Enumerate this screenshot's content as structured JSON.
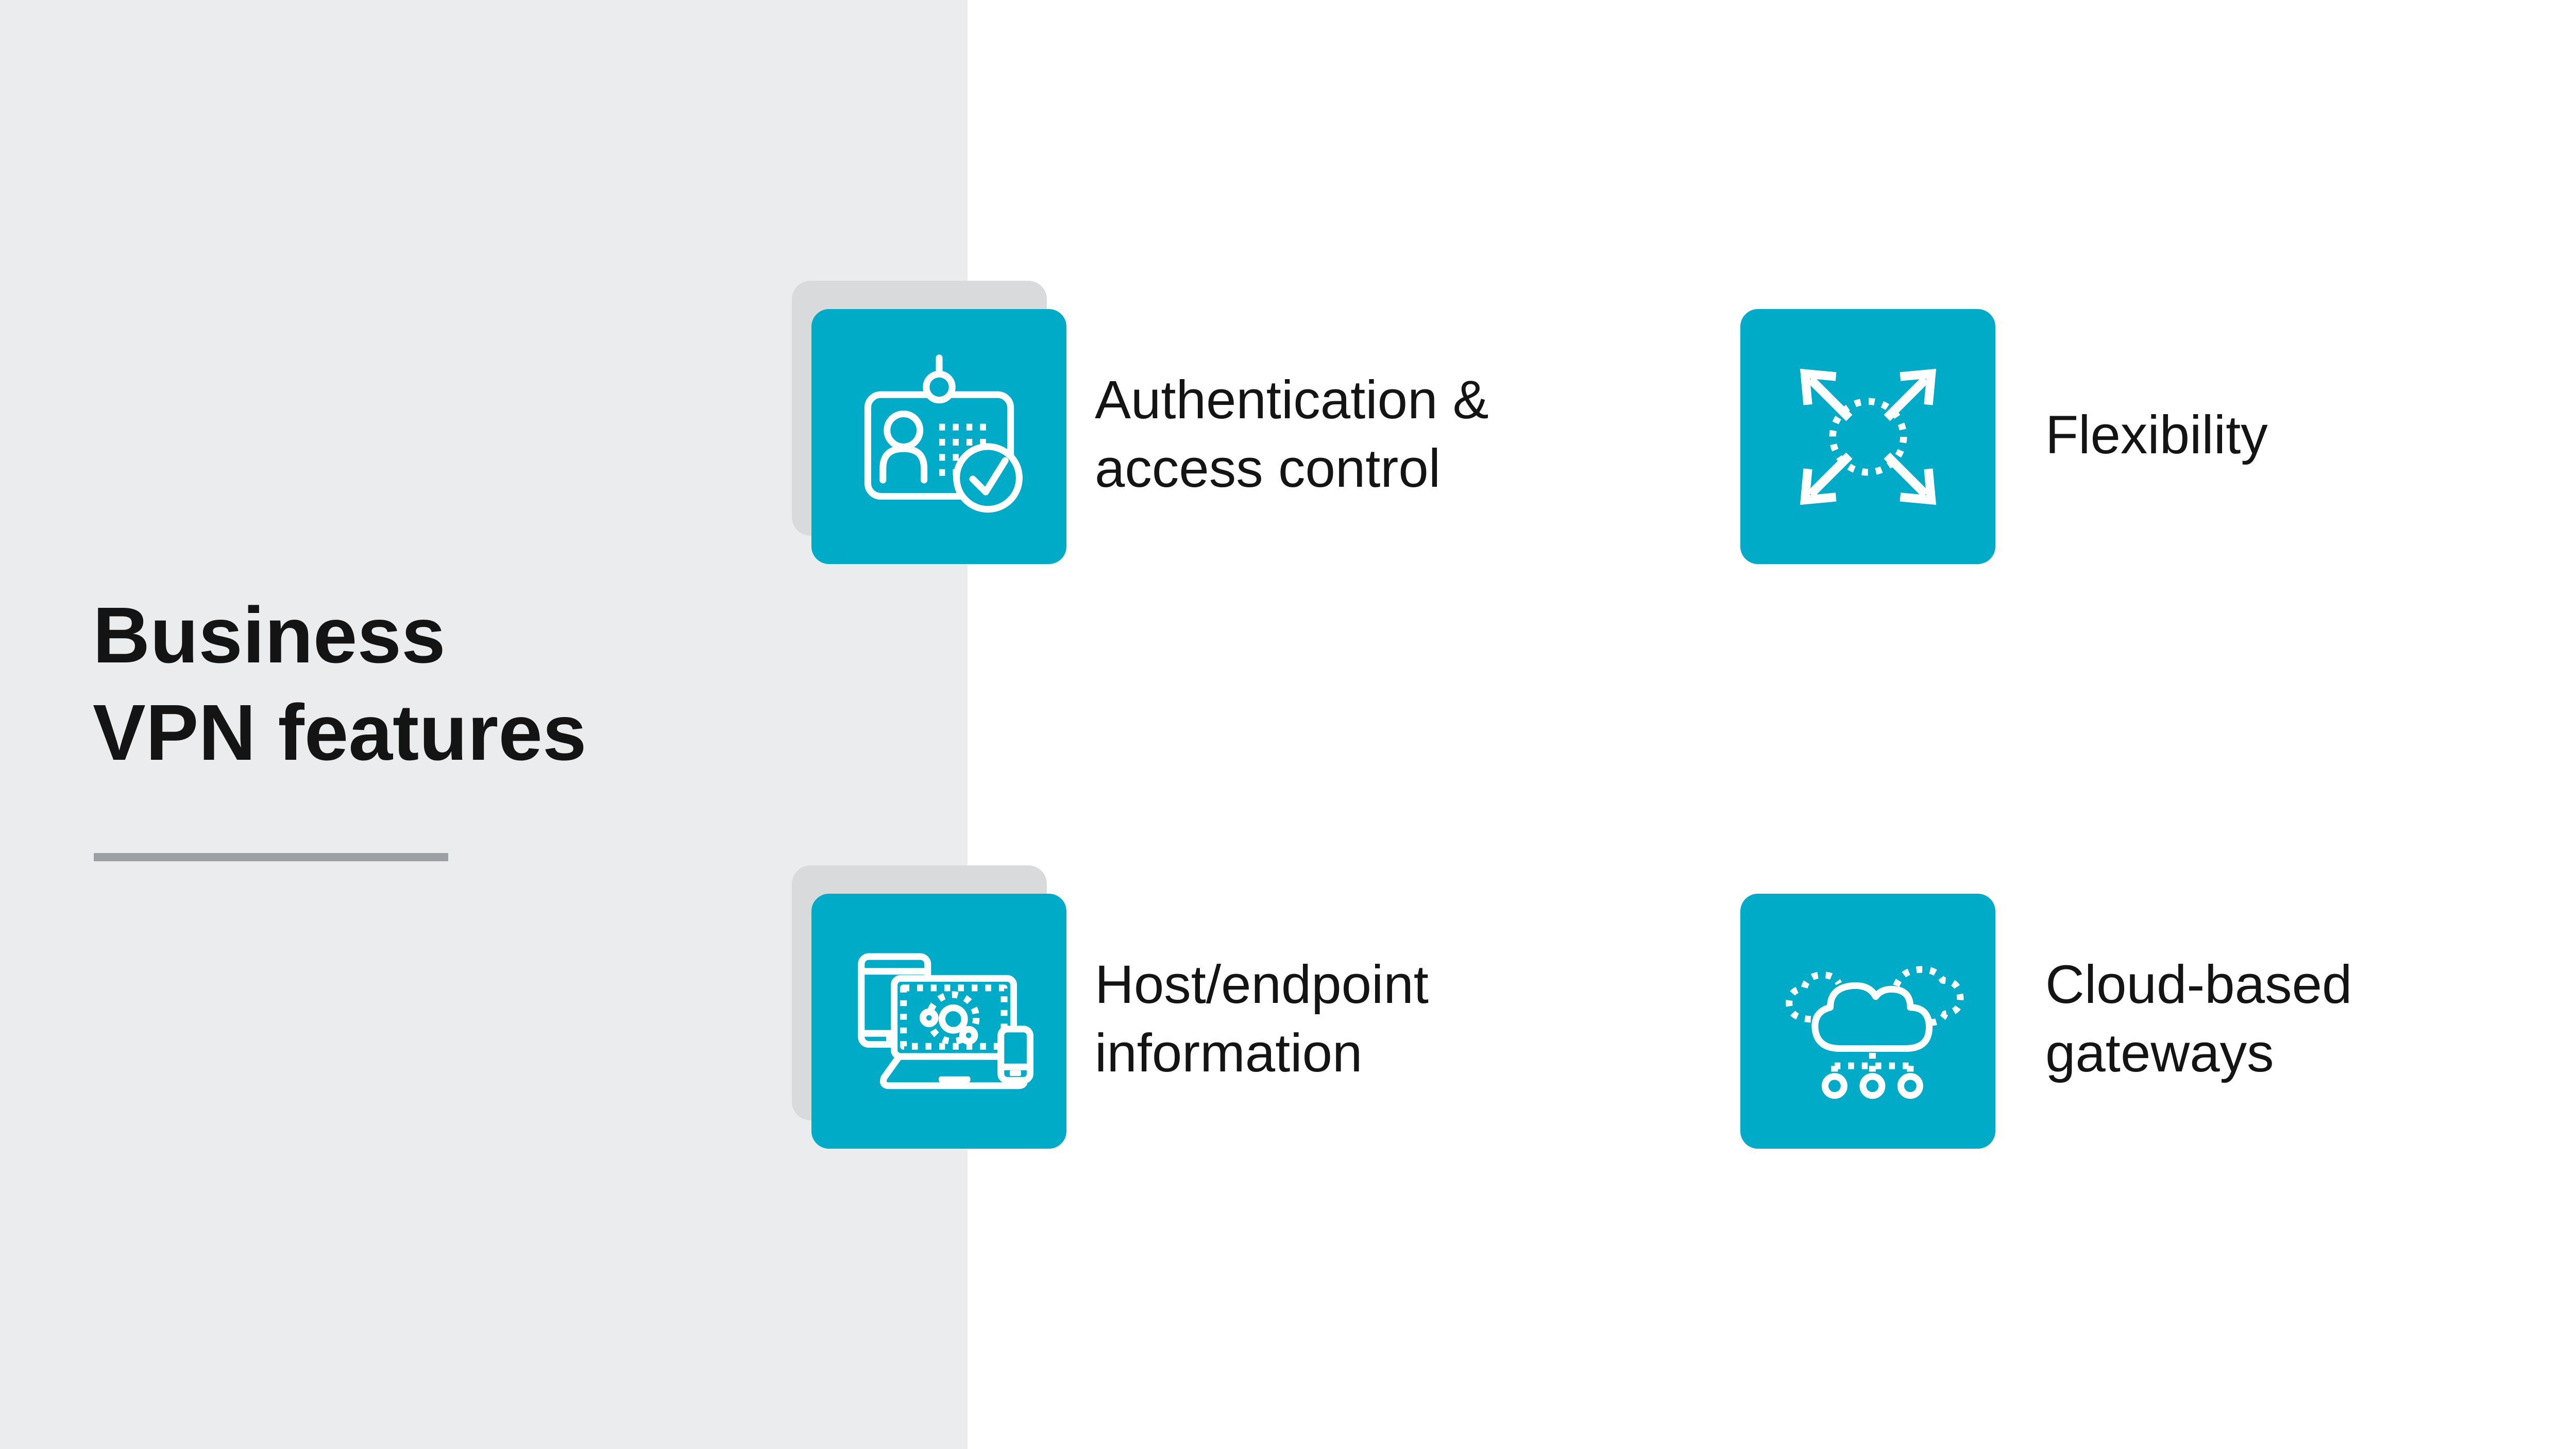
{
  "slide": {
    "title": "Business\nVPN features"
  },
  "colors": {
    "tile": "#00ABC8",
    "tile-shadow": "#D9DADB",
    "panel": "#EBECED",
    "ink": "#141414",
    "underline": "#9BA0A3",
    "icon": "#FFFFFF",
    "background": "#FFFFFF"
  },
  "features": [
    {
      "id": "authentication",
      "label": "Authentication &\naccess control",
      "icon": "id-badge-check-icon"
    },
    {
      "id": "flexibility",
      "label": "Flexibility",
      "icon": "expand-arrows-icon"
    },
    {
      "id": "host-endpoint",
      "label": "Host/endpoint\ninformation",
      "icon": "devices-icon"
    },
    {
      "id": "cloud-gateways",
      "label": "Cloud-based\ngateways",
      "icon": "cloud-gateways-icon"
    }
  ]
}
